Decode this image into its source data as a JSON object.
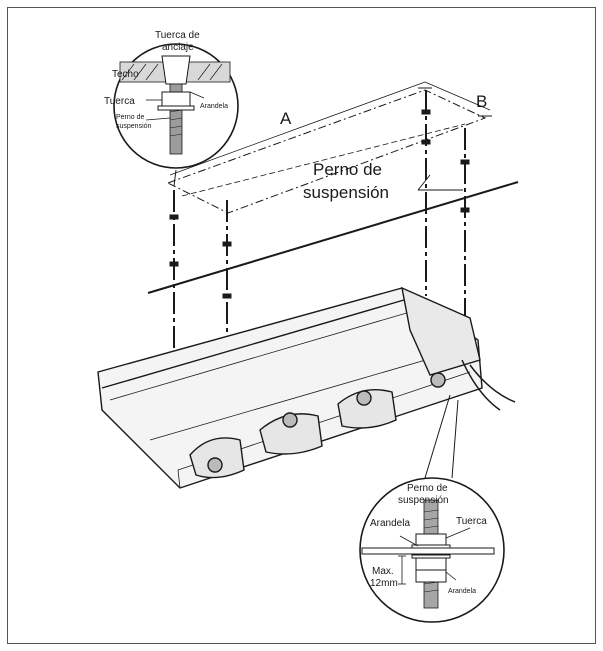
{
  "labels": {
    "point_a": "A",
    "point_b": "B",
    "bolt_big_line1": "Perno de",
    "bolt_big_line2": "suspensión"
  },
  "detail_top": {
    "anchor_nut_line1": "Tuerca de",
    "anchor_nut_line2": "anclaje",
    "ceiling": "Techo",
    "nut": "Tuerca",
    "washer": "Arandela",
    "bolt_line1": "Perno de",
    "bolt_line2": "suspensión"
  },
  "detail_bottom": {
    "bolt_line1": "Perno de",
    "bolt_line2": "suspensión",
    "washer_left": "Arandela",
    "nut": "Tuerca",
    "max_line1": "Max.",
    "max_line2": "12mm",
    "washer_right": "Arandela"
  },
  "colors": {
    "line": "#1a1a1a",
    "unit_fill": "#f2f2f2",
    "shade": "#cfcfcf"
  }
}
